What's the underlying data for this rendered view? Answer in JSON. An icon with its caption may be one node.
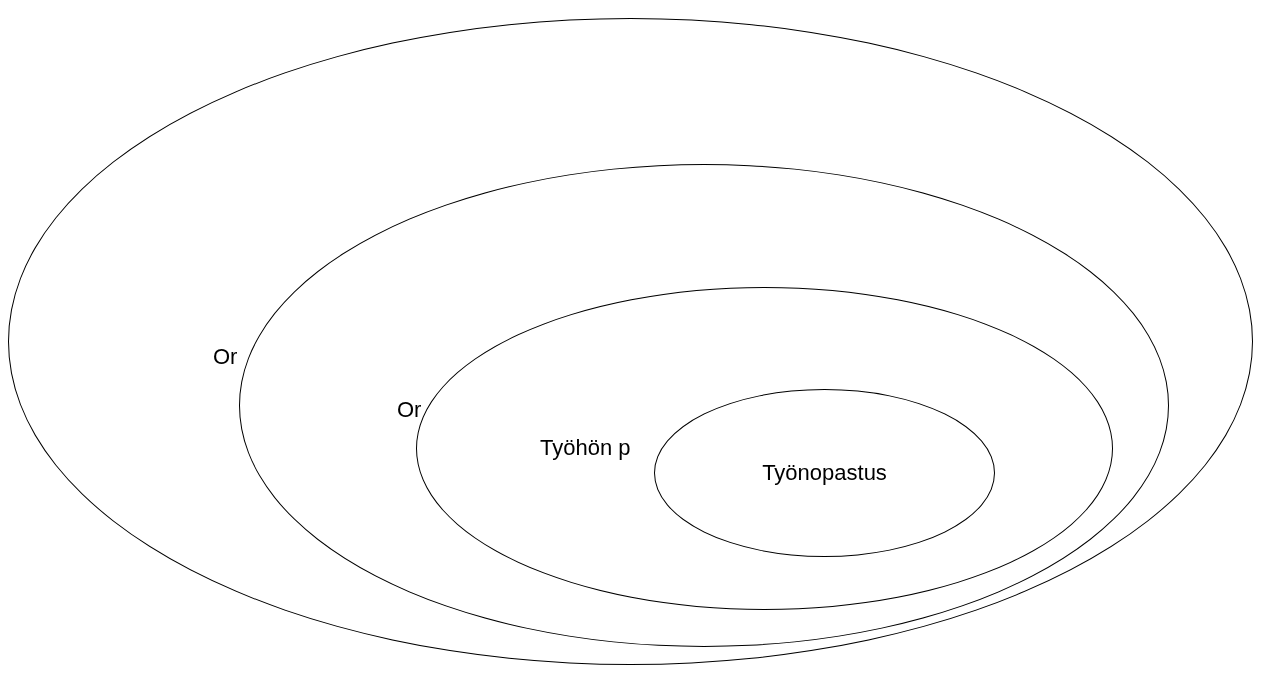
{
  "diagram": {
    "nodes": [
      {
        "text": [
          "Or"
        ]
      },
      {
        "text": [
          "Or"
        ],
        "in": 0
      },
      {
        "text": [
          "Työhön p"
        ],
        "in": 1
      },
      {
        "text": [
          "Työnopastus"
        ],
        "in": 2
      }
    ]
  }
}
